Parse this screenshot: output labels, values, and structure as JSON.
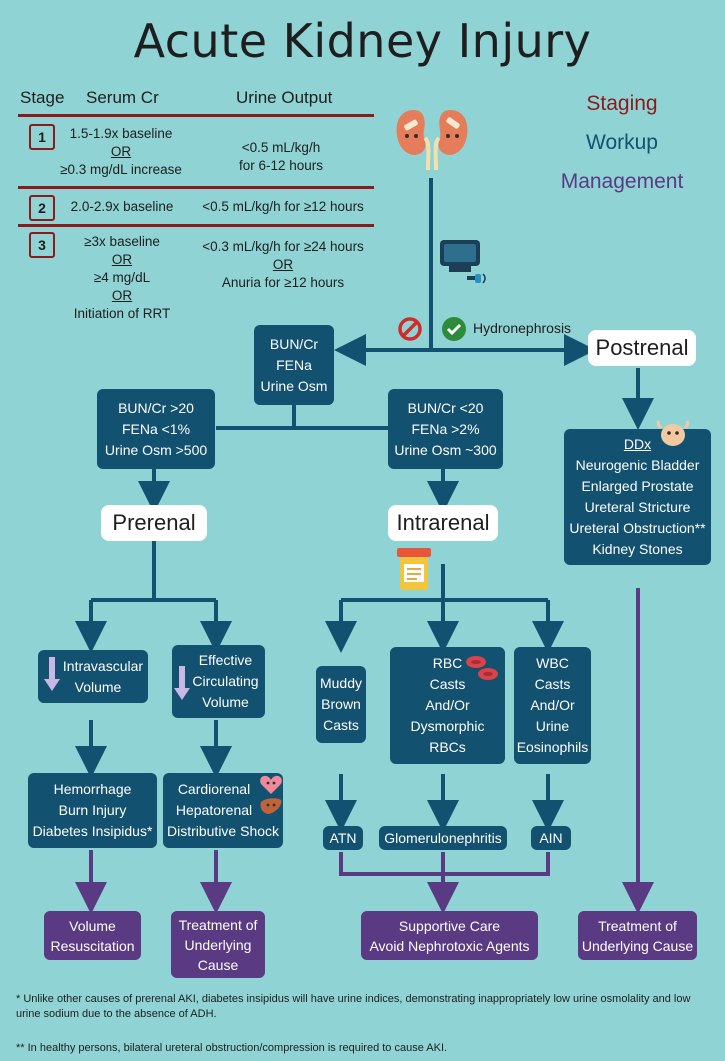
{
  "title": "Acute Kidney Injury",
  "legend": {
    "staging": "Staging",
    "workup": "Workup",
    "management": "Management",
    "colors": {
      "staging": "#8b1a1a",
      "workup": "#12516f",
      "management": "#5b3a84"
    }
  },
  "table": {
    "headers": {
      "stage": "Stage",
      "serum": "Serum Cr",
      "urine": "Urine Output"
    },
    "rows": [
      {
        "num": "1",
        "serum": [
          "1.5-1.9x baseline",
          "OR",
          "≥0.3 mg/dL increase"
        ],
        "urine": [
          "<0.5 mL/kg/h",
          "for 6-12 hours"
        ]
      },
      {
        "num": "2",
        "serum": [
          "2.0-2.9x baseline"
        ],
        "urine": [
          "<0.5 mL/kg/h for ≥12 hours"
        ]
      },
      {
        "num": "3",
        "serum": [
          "≥3x baseline",
          "OR",
          "≥4 mg/dL",
          "OR",
          "Initiation of RRT"
        ],
        "urine": [
          "<0.3 mL/kg/h for  ≥24 hours",
          "OR",
          "Anuria for ≥12 hours"
        ]
      }
    ]
  },
  "flow": {
    "hydronephrosis": "Hydronephrosis",
    "bun_box": [
      "BUN/Cr",
      "FENa",
      "Urine Osm"
    ],
    "postrenal": "Postrenal",
    "prerenal_criteria": [
      "BUN/Cr >20",
      "FENa <1%",
      "Urine Osm >500"
    ],
    "intrarenal_criteria": [
      "BUN/Cr <20",
      "FENa >2%",
      "Urine Osm ~300"
    ],
    "prerenal": "Prerenal",
    "intrarenal": "Intrarenal",
    "ddx": {
      "title": "DDx",
      "items": [
        "Neurogenic Bladder",
        "Enlarged Prostate",
        "Ureteral Stricture",
        "Ureteral Obstruction**",
        "Kidney Stones"
      ]
    },
    "intravascular": [
      "Intravascular",
      "Volume"
    ],
    "effective": [
      "Effective",
      "Circulating",
      "Volume"
    ],
    "hypo_causes": [
      "Hemorrhage",
      "Burn Injury",
      "Diabetes Insipidus*"
    ],
    "ecv_causes": [
      "Cardiorenal",
      "Hepatorenal",
      "Distributive Shock"
    ],
    "muddy": [
      "Muddy",
      "Brown",
      "Casts"
    ],
    "rbc": [
      "RBC",
      "Casts",
      "And/Or",
      "Dysmorphic",
      "RBCs"
    ],
    "wbc": [
      "WBC",
      "Casts",
      "And/Or",
      "Urine",
      "Eosinophils"
    ],
    "atn": "ATN",
    "gn": "Glomerulonephritis",
    "ain": "AIN",
    "volume_resus": [
      "Volume",
      "Resuscitation"
    ],
    "treat_left": [
      "Treatment of",
      "Underlying",
      "Cause"
    ],
    "supportive": [
      "Supportive Care",
      "Avoid Nephrotoxic Agents"
    ],
    "treat_right": [
      "Treatment of",
      "Underlying Cause"
    ]
  },
  "footnotes": [
    "* Unlike other causes of prerenal AKI, diabetes insipidus will have urine indices, demonstrating inappropriately low urine osmolality and low urine sodium due to the absence of ADH.",
    "** In healthy persons, bilateral ureteral obstruction/compression is required to cause AKI."
  ]
}
